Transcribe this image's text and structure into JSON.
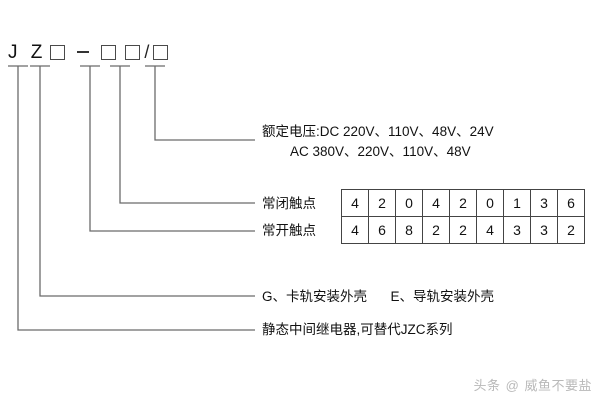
{
  "diagram": {
    "title": "JZ series static intermediate relay model designation",
    "code": {
      "letters": "J Z",
      "separator_dash": "–",
      "slash": "/",
      "boxes": [
        "",
        "",
        "",
        ""
      ]
    },
    "labels": {
      "rated_voltage_line1": "额定电压:DC 220V、110V、48V、24V",
      "rated_voltage_line2": "AC 380V、220V、110V、48V",
      "normally_closed": "常闭触点",
      "normally_open": "常开触点",
      "shell_g": "G、卡轨安装外壳",
      "shell_e": "E、导轨安装外壳",
      "series_note": "静态中间继电器,可替代JZC系列"
    },
    "contact_table": {
      "normally_closed_row": [
        "4",
        "2",
        "0",
        "4",
        "2",
        "0",
        "1",
        "3",
        "6"
      ],
      "normally_open_row": [
        "4",
        "6",
        "8",
        "2",
        "2",
        "4",
        "3",
        "3",
        "2"
      ]
    },
    "watermark": {
      "platform": "头条",
      "at": "@",
      "user": "威鱼不要盐"
    },
    "colors": {
      "line": "#6b6b6b",
      "text": "#111111",
      "table_border": "#444444",
      "watermark": "#b9b9b9",
      "background": "#ffffff"
    }
  }
}
